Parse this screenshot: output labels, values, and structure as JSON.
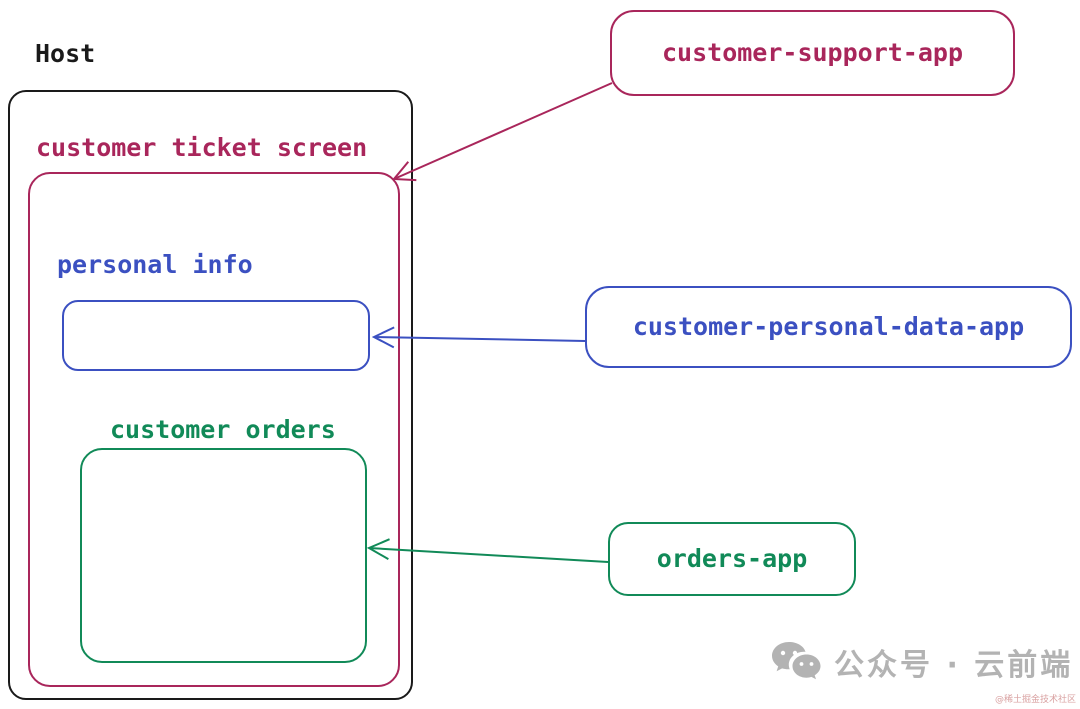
{
  "host": {
    "label": "Host"
  },
  "screen": {
    "label": "customer ticket screen"
  },
  "slots": {
    "personal_info": {
      "label": "personal info"
    },
    "customer_orders": {
      "label": "customer orders"
    }
  },
  "apps": {
    "support": {
      "label": "customer-support-app"
    },
    "personal_data": {
      "label": "customer-personal-data-app"
    },
    "orders": {
      "label": "orders-app"
    }
  },
  "arrows": [
    {
      "from": "customer-support-app",
      "to": "customer ticket screen",
      "color": "#a9265b"
    },
    {
      "from": "customer-personal-data-app",
      "to": "personal info",
      "color": "#3b50c1"
    },
    {
      "from": "orders-app",
      "to": "customer orders",
      "color": "#118a58"
    }
  ],
  "colors": {
    "host_border": "#1a1a1a",
    "crimson": "#a9265b",
    "blue": "#3b50c1",
    "green": "#118a58",
    "watermark_gray": "#b3b3b3",
    "attribution_pink": "#d9a1a1"
  },
  "watermark": {
    "icon": "wechat-icon",
    "text": "公众号 · 云前端"
  },
  "attribution": {
    "text": "@稀土掘金技术社区"
  }
}
